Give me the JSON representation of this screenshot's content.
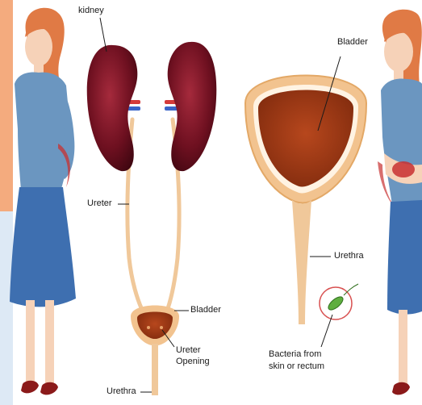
{
  "labels": {
    "kidney": "kidney",
    "ureter": "Ureter",
    "bladder_small": "Bladder",
    "ureter_opening_1": "Ureter",
    "ureter_opening_2": "Opening",
    "urethra_small": "Urethra",
    "bladder_large": "Bladder",
    "urethra_large": "Urethra",
    "bacteria_1": "Bacteria from",
    "bacteria_2": "skin or rectum"
  },
  "colors": {
    "left_strip_top": "#f4ab7e",
    "left_strip_bottom": "#dde9f5",
    "kidney": "#7a1424",
    "bladder_wall": "#f2c38f",
    "bladder_inner": "#9a3414",
    "tube": "#f0c89a",
    "bacteria": "#5fae3f",
    "shirt": "#6b96c0",
    "skirt": "#3e6fb0",
    "hair": "#e07a45",
    "skin": "#f6d2b8",
    "pain_red": "#c83030"
  }
}
